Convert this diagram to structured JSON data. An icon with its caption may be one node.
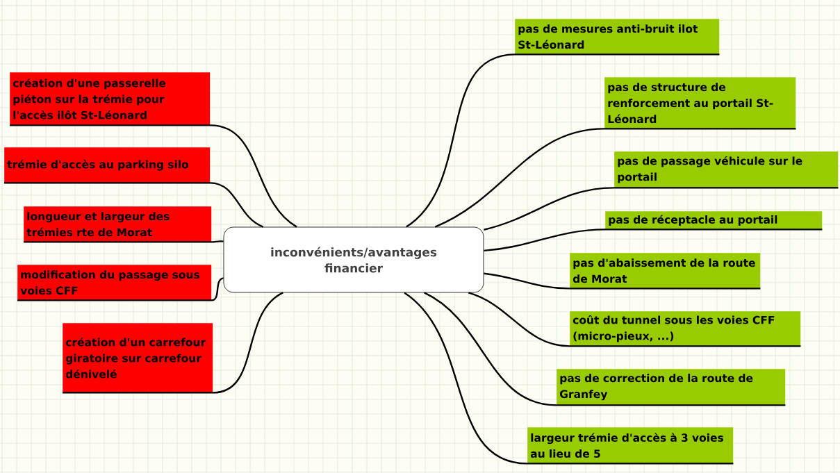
{
  "diagram": {
    "nodes": [
      {
        "text": [
          "inconvénients/avantages financier"
        ]
      },
      {
        "text": [
          "création d'une passerelle piéton sur la trémie pour l'accès ilôt St-Léonard"
        ]
      },
      {
        "text": [
          "trémie d'accès au parking silo"
        ]
      },
      {
        "text": [
          "longueur et largeur des trémies rte de Morat"
        ]
      },
      {
        "text": [
          "modification du passage sous voies CFF"
        ]
      },
      {
        "text": [
          "création d'un carrefour giratoire sur carrefour dénivelé"
        ]
      },
      {
        "text": [
          "pas de mesures anti-bruit ilot St-Léonard"
        ]
      },
      {
        "text": [
          "pas de structure de renforcement au portail St-Léonard"
        ]
      },
      {
        "text": [
          "pas de passage véhicule sur le portail"
        ]
      },
      {
        "text": [
          "pas de réceptacle au portail"
        ]
      },
      {
        "text": [
          "pas d'abaissement de la route de Morat"
        ]
      },
      {
        "text": [
          "coût du tunnel sous les voies CFF (micro-pieux, ...)"
        ]
      },
      {
        "text": [
          "pas de correction de la route de Granfey"
        ]
      },
      {
        "text": [
          "largeur trémie d'accès à 3 voies au lieu de 5"
        ]
      }
    ],
    "edges": [
      {
        "from": 0,
        "to": 1,
        "arrow": "none"
      },
      {
        "from": 0,
        "to": 2,
        "arrow": "none"
      },
      {
        "from": 0,
        "to": 3,
        "arrow": "none"
      },
      {
        "from": 0,
        "to": 4,
        "arrow": "none"
      },
      {
        "from": 0,
        "to": 5,
        "arrow": "none"
      },
      {
        "from": 0,
        "to": 6,
        "arrow": "none"
      },
      {
        "from": 0,
        "to": 7,
        "arrow": "none"
      },
      {
        "from": 0,
        "to": 8,
        "arrow": "none"
      },
      {
        "from": 0,
        "to": 9,
        "arrow": "none"
      },
      {
        "from": 0,
        "to": 10,
        "arrow": "none"
      },
      {
        "from": 0,
        "to": 11,
        "arrow": "none"
      },
      {
        "from": 0,
        "to": 12,
        "arrow": "none"
      },
      {
        "from": 0,
        "to": 13,
        "arrow": "none"
      }
    ]
  }
}
